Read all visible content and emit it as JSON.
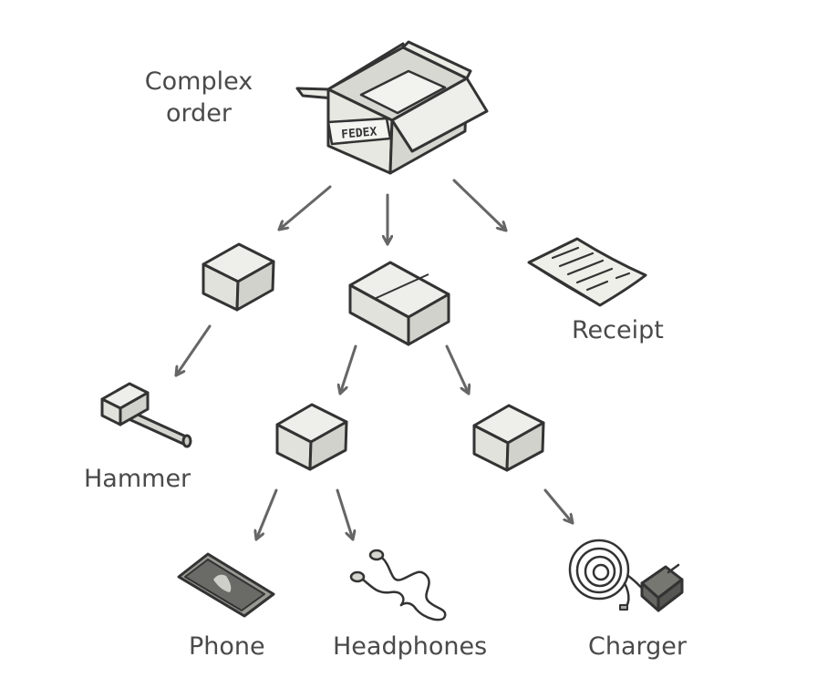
{
  "diagram": {
    "root_label_line1": "Complex",
    "root_label_line2": "order",
    "box_stamp": "FEDEX",
    "items": {
      "receipt": "Receipt",
      "hammer": "Hammer",
      "phone": "Phone",
      "headphones": "Headphones",
      "charger": "Charger"
    },
    "colors": {
      "stroke": "#333333",
      "box_fill": "#e6e6e1",
      "box_side": "#d2d2cc",
      "arrow": "#666666"
    }
  }
}
